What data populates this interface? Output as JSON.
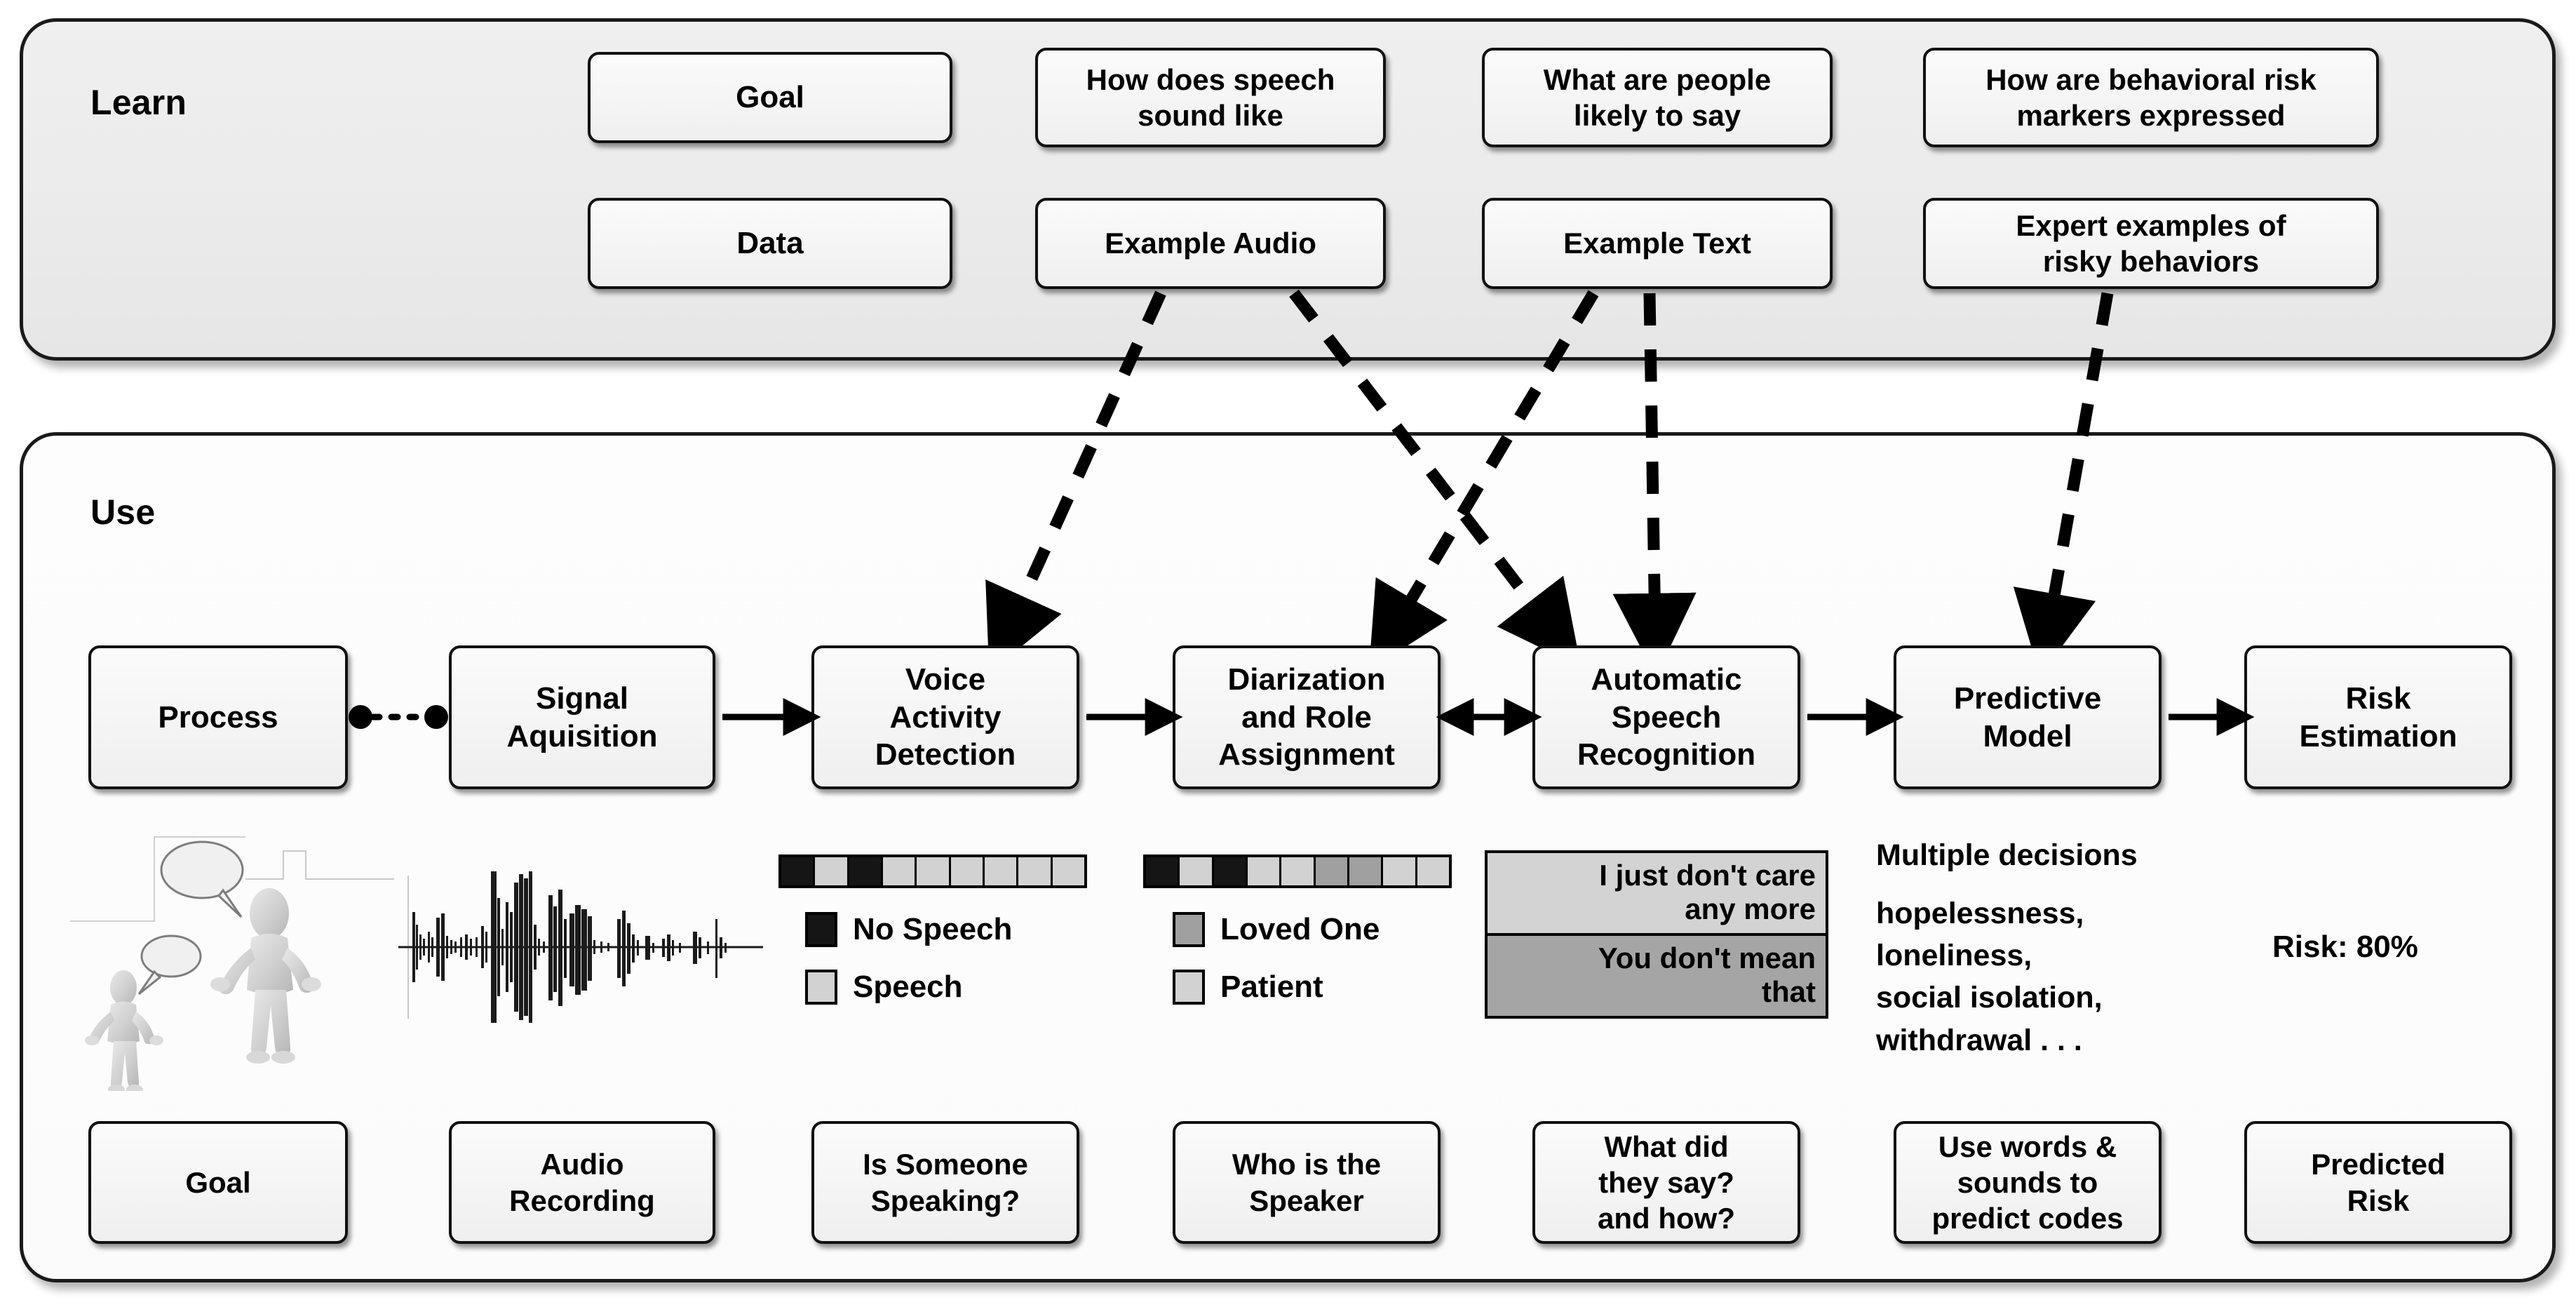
{
  "learn": {
    "title": "Learn",
    "row_goal": [
      {
        "label": "Goal"
      },
      {
        "label": "How does speech\nsound like"
      },
      {
        "label": "What are people\nlikely to say"
      },
      {
        "label": "How are behavioral risk\nmarkers expressed"
      }
    ],
    "row_data": [
      {
        "label": "Data"
      },
      {
        "label": "Example Audio"
      },
      {
        "label": "Example Text"
      },
      {
        "label": "Expert examples of\nrisky behaviors"
      }
    ]
  },
  "use": {
    "title": "Use",
    "pipeline": [
      {
        "label": "Process"
      },
      {
        "label": "Signal\nAquisition"
      },
      {
        "label": "Voice\nActivity\nDetection"
      },
      {
        "label": "Diarization\nand Role\nAssignment"
      },
      {
        "label": "Automatic\nSpeech\nRecognition"
      },
      {
        "label": "Predictive\nModel"
      },
      {
        "label": "Risk\nEstimation"
      }
    ],
    "goals": [
      {
        "label": "Goal"
      },
      {
        "label": "Audio\nRecording"
      },
      {
        "label": "Is Someone\nSpeaking?"
      },
      {
        "label": "Who is the\nSpeaker"
      },
      {
        "label": "What did\nthey say?\nand how?"
      },
      {
        "label": "Use words &\nsounds to\npredict codes"
      },
      {
        "label": "Predicted\nRisk"
      }
    ],
    "vad": {
      "cells": [
        "black",
        "light",
        "black",
        "light",
        "light",
        "light",
        "light",
        "light",
        "light"
      ],
      "legend": [
        {
          "swatch": "black",
          "label": "No Speech"
        },
        {
          "swatch": "light",
          "label": "Speech"
        }
      ]
    },
    "diarization": {
      "cells": [
        "black",
        "light",
        "black",
        "light",
        "light",
        "gray",
        "gray",
        "light",
        "light"
      ],
      "legend": [
        {
          "swatch": "gray",
          "label": "Loved One"
        },
        {
          "swatch": "light",
          "label": "Patient"
        }
      ]
    },
    "transcript": [
      {
        "speaker": "patient",
        "text": "I just don't care\nany more"
      },
      {
        "speaker": "lovedone",
        "text": "You don't mean\nthat"
      }
    ],
    "decisions": {
      "heading": "Multiple decisions",
      "items": "hopelessness,\nloneliness,\nsocial isolation,\nwithdrawal  . . ."
    },
    "risk_readout": "Risk: 80%"
  },
  "colors": {
    "panel_learn_bg": "#ebebeb",
    "panel_use_bg": "#fcfcfc",
    "box_bg": "#f4f4f4",
    "stroke": "#111111",
    "no_speech": "#151515",
    "speech": "#d2d2d2",
    "loved_one": "#a0a0a0",
    "patient": "#d2d2d2"
  }
}
